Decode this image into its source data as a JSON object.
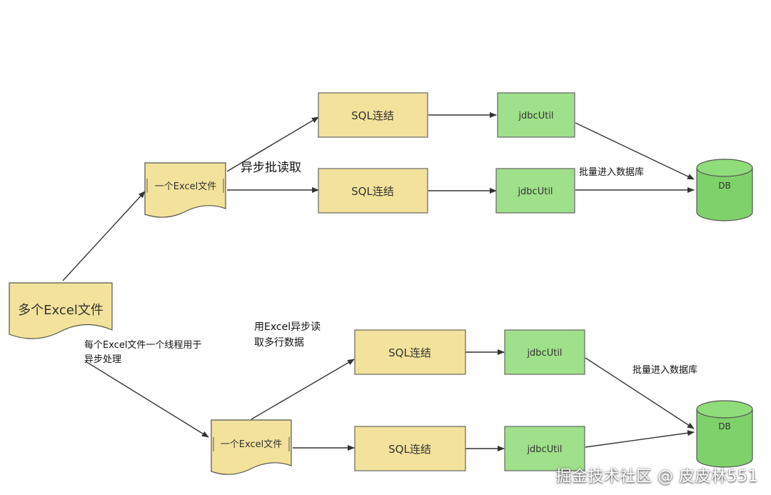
{
  "colors": {
    "doc_fill": "#f3e29b",
    "doc_stroke": "#555555",
    "sql_fill": "#f3e29b",
    "jdbc_fill": "#9fe08a",
    "db_fill": "#7fd26a",
    "arrow": "#333333"
  },
  "nodes": {
    "multi_excel": "多个Excel文件",
    "excel_top": "一个Excel文件",
    "excel_bottom": "一个Excel文件",
    "sql_1": "SQL连结",
    "sql_2": "SQL连结",
    "sql_3": "SQL连结",
    "sql_4": "SQL连结",
    "jdbc_1": "jdbcUtil",
    "jdbc_2": "jdbcUtil",
    "jdbc_3": "jdbcUtil",
    "jdbc_4": "jdbcUtil",
    "db_top": "DB",
    "db_bottom": "DB"
  },
  "labels": {
    "async_batch_read": "异步批读取",
    "thread_per_file_line1": "每个Excel文件一个线程用于",
    "thread_per_file_line2": "异步处理",
    "excel_async_line1": "用Excel异步读",
    "excel_async_line2": "取多行数据",
    "batch_insert_top": "批量进入数据库",
    "batch_insert_bottom": "批量进入数据库"
  },
  "watermark": "掘金技术社区 @ 皮皮林551"
}
